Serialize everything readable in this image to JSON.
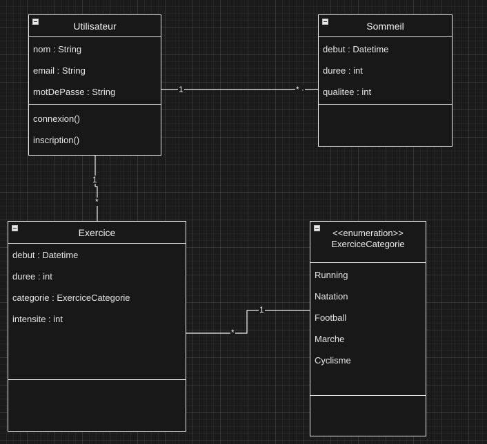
{
  "classes": {
    "utilisateur": {
      "name": "Utilisateur",
      "attributes": [
        "nom : String",
        "email : String",
        "motDePasse : String"
      ],
      "methods": [
        "connexion()",
        "inscription()"
      ]
    },
    "sommeil": {
      "name": "Sommeil",
      "attributes": [
        "debut : Datetime",
        "duree : int",
        "qualitee : int"
      ],
      "methods": []
    },
    "exercice": {
      "name": "Exercice",
      "attributes": [
        "debut : Datetime",
        "duree : int",
        "categorie : ExerciceCategorie",
        "intensite : int"
      ],
      "methods": []
    },
    "exercice_categorie": {
      "stereotype": "<<enumeration>>",
      "name": "ExerciceCategorie",
      "literals": [
        "Running",
        "Natation",
        "Football",
        "Marche",
        "Cyclisme"
      ]
    }
  },
  "associations": {
    "utilisateur_sommeil": {
      "source_mult": "1",
      "target_mult": "* ·"
    },
    "utilisateur_exercice": {
      "source_mult": "1",
      "target_mult": "*"
    },
    "exercice_categorie": {
      "source_mult": "*",
      "target_mult": "1"
    }
  },
  "colors": {
    "background": "#1b1b1b",
    "line": "#f0f0f0",
    "text": "#e6e6e6"
  }
}
